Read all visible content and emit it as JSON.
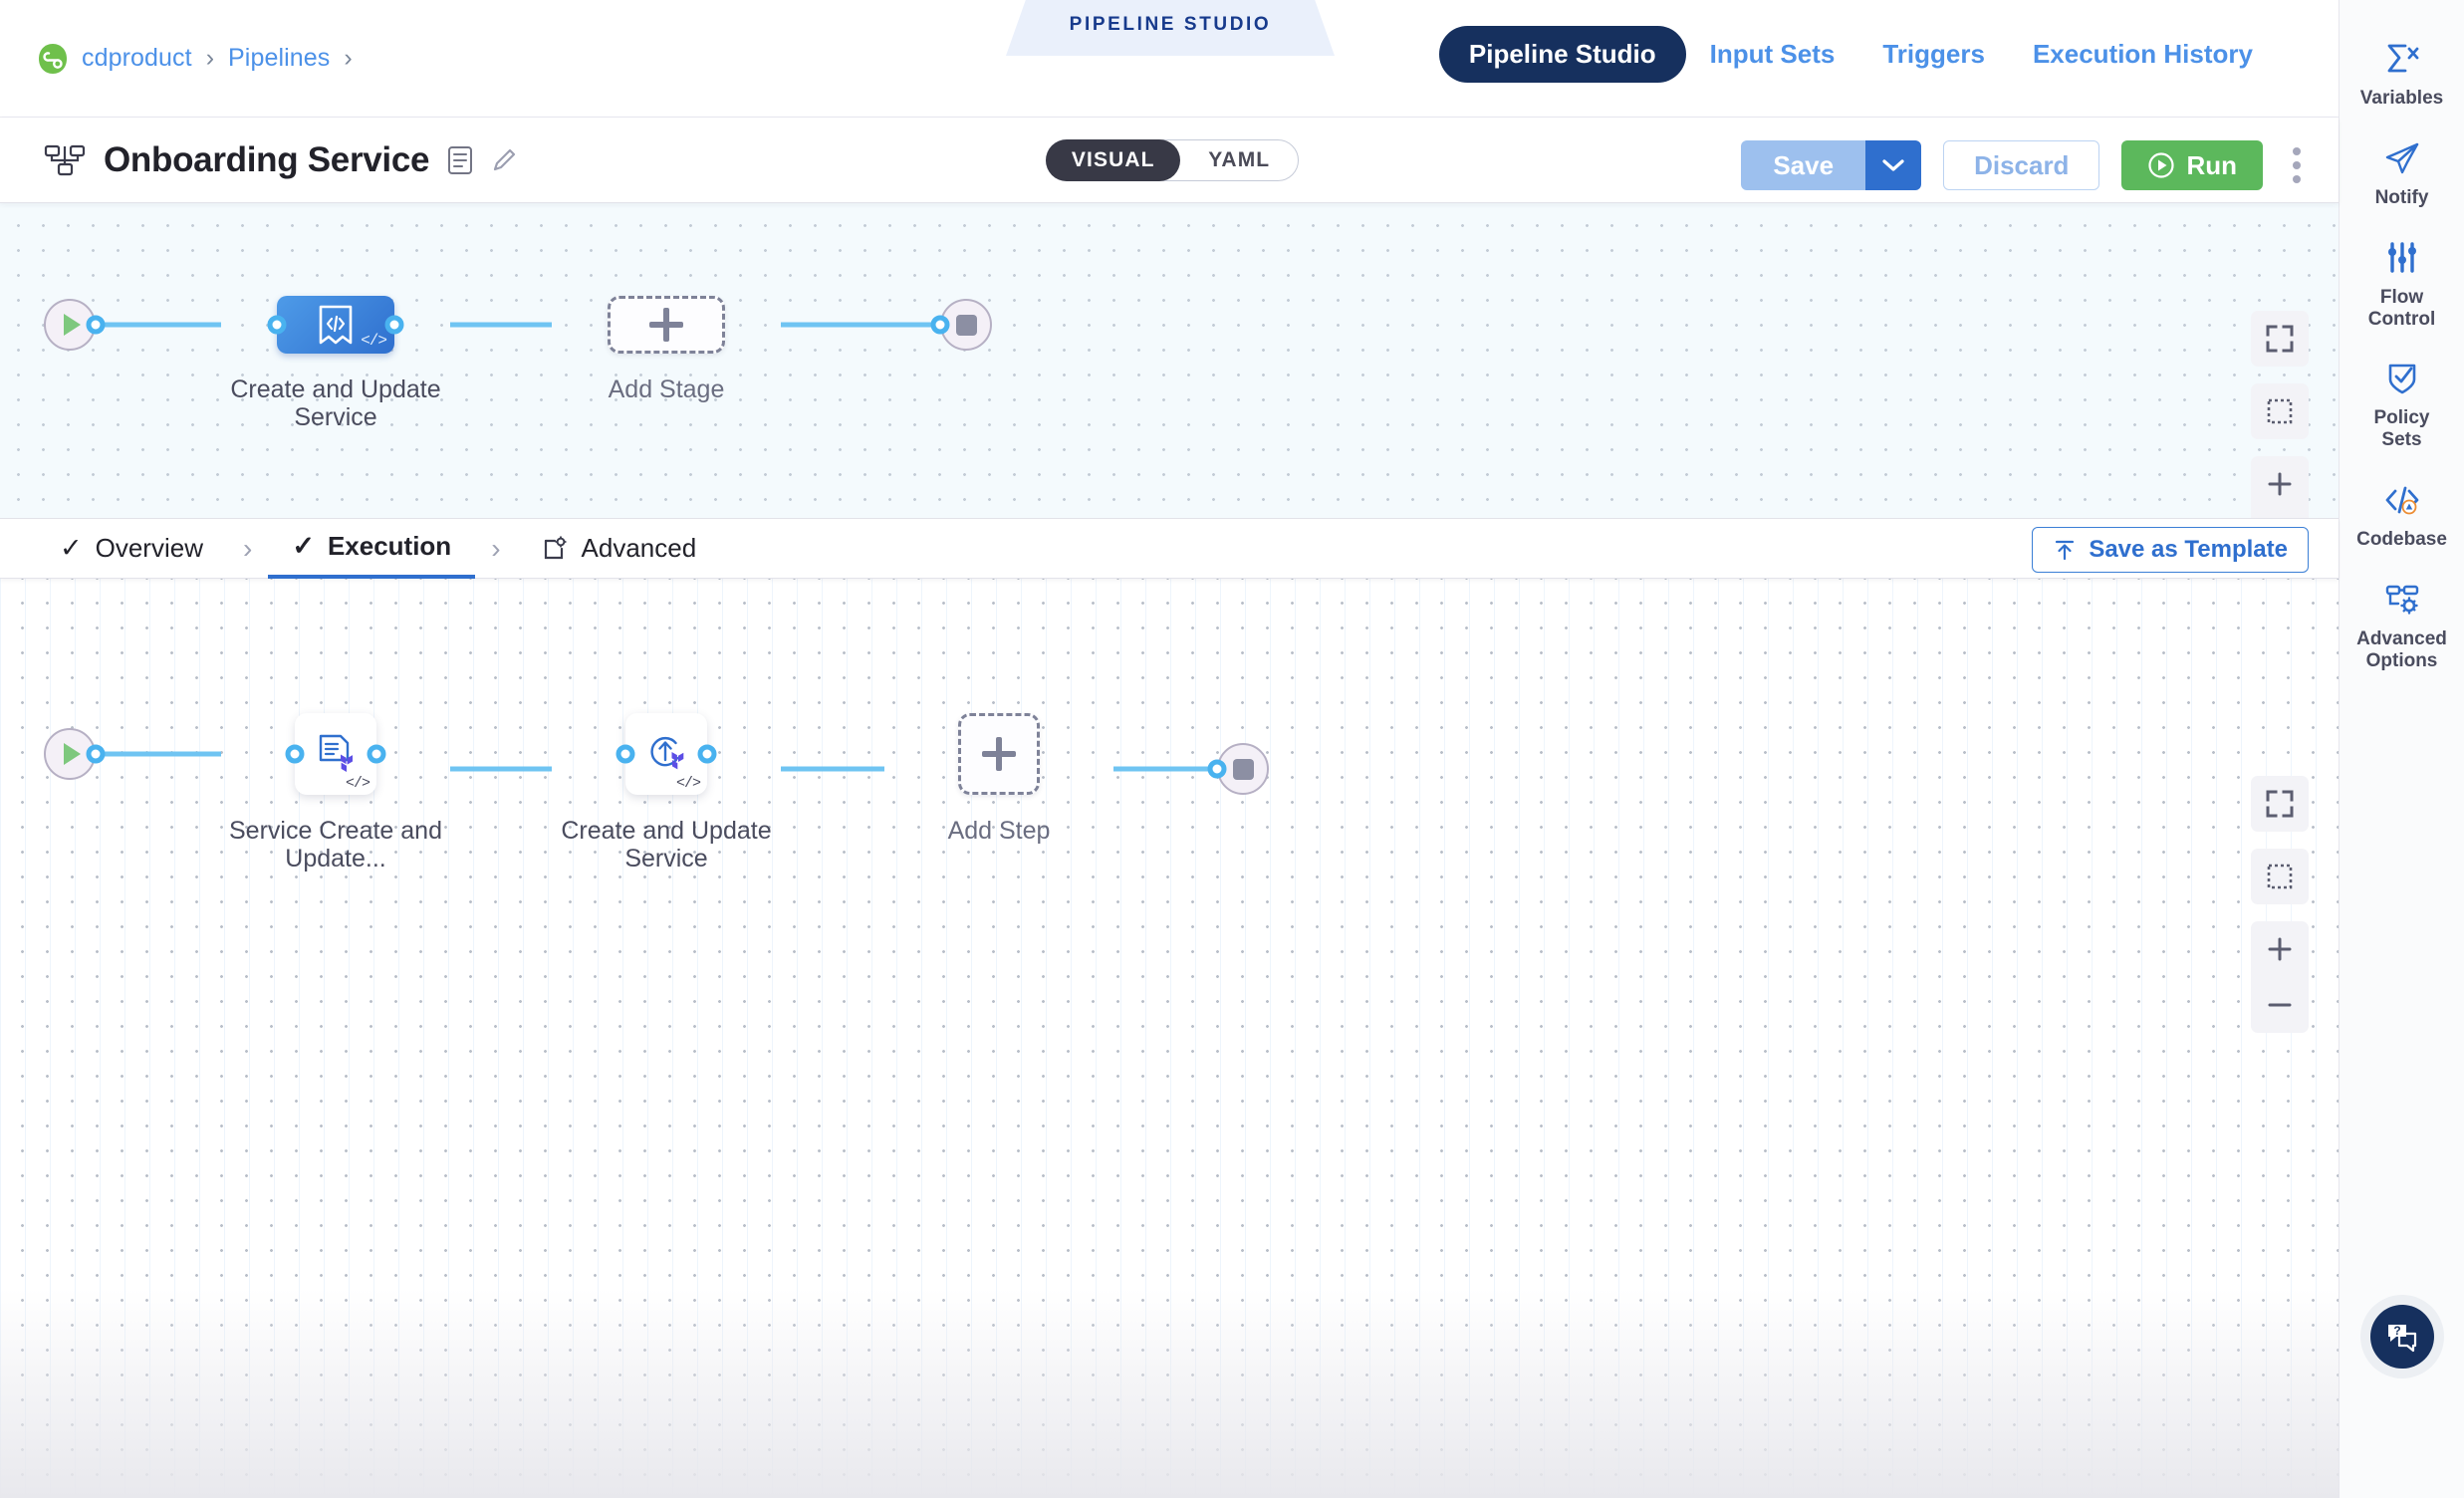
{
  "breadcrumb": {
    "project": "cdproduct",
    "section": "Pipelines",
    "separator": "›",
    "logo_icon": "harness-logo-icon"
  },
  "studio_banner": {
    "label": "PIPELINE STUDIO"
  },
  "topnav": {
    "items": [
      {
        "label": "Pipeline Studio",
        "active": true
      },
      {
        "label": "Input Sets",
        "active": false
      },
      {
        "label": "Triggers",
        "active": false
      },
      {
        "label": "Execution History",
        "active": false
      }
    ]
  },
  "titlebar": {
    "pipeline_icon": "pipeline-tree-icon",
    "title": "Onboarding Service",
    "description_icon": "description-icon",
    "edit_icon": "pencil-edit-icon",
    "mode_toggle": {
      "visual": "VISUAL",
      "yaml": "YAML",
      "selected": "VISUAL"
    },
    "save_label": "Save",
    "save_caret_icon": "chevron-down-icon",
    "discard_label": "Discard",
    "run_label": "Run",
    "run_icon": "play-circle-icon",
    "more_icon": "kebab-menu-icon"
  },
  "stage_canvas": {
    "start_node": "start-node",
    "stage": {
      "label": "Create and Update Service",
      "icon": "custom-stage-icon",
      "template_badge": "</>"
    },
    "add_stage": {
      "label": "Add Stage",
      "icon": "plus-icon"
    },
    "end_node": "end-node",
    "controls": [
      {
        "name": "fit-to-screen-button",
        "icon": "fit-screen-icon"
      },
      {
        "name": "select-area-button",
        "icon": "dashed-select-icon"
      },
      {
        "name": "zoom-in-button",
        "icon": "plus-icon"
      },
      {
        "name": "zoom-out-button",
        "icon": "minus-icon"
      }
    ]
  },
  "stage_tabs": {
    "items": [
      {
        "label": "Overview",
        "icon": "check-icon",
        "active": false
      },
      {
        "label": "Execution",
        "icon": "check-icon",
        "active": true
      },
      {
        "label": "Advanced",
        "icon": "advanced-gear-icon",
        "active": false
      }
    ],
    "arrow": "›",
    "save_as_template": {
      "label": "Save as Template",
      "icon": "save-template-icon"
    }
  },
  "execution_canvas": {
    "start_node": "start-node",
    "steps": [
      {
        "label": "Service Create and Update...",
        "icon": "terraform-plan-icon",
        "template_badge": "</>"
      },
      {
        "label": "Create and Update Service",
        "icon": "terraform-apply-icon",
        "template_badge": "</>"
      }
    ],
    "add_step": {
      "label": "Add Step",
      "icon": "plus-icon"
    },
    "end_node": "end-node",
    "controls": [
      {
        "name": "fit-to-screen-button",
        "icon": "fit-screen-icon"
      },
      {
        "name": "select-area-button",
        "icon": "dashed-select-icon"
      },
      {
        "name": "zoom-in-button",
        "icon": "plus-icon"
      },
      {
        "name": "zoom-out-button",
        "icon": "minus-icon"
      }
    ]
  },
  "rail": {
    "items": [
      {
        "label": "Variables",
        "icon": "sigma-variables-icon"
      },
      {
        "label": "Notify",
        "icon": "paper-plane-icon"
      },
      {
        "label": "Flow\nControl",
        "label_line1": "Flow",
        "label_line2": "Control",
        "icon": "sliders-icon"
      },
      {
        "label": "Policy\nSets",
        "label_line1": "Policy",
        "label_line2": "Sets",
        "icon": "shield-check-icon"
      },
      {
        "label": "Codebase",
        "icon": "codebase-warning-icon"
      },
      {
        "label": "Advanced\nOptions",
        "label_line1": "Advanced",
        "label_line2": "Options",
        "icon": "advanced-options-icon"
      }
    ],
    "help_button": {
      "icon": "help-chat-icon"
    }
  },
  "colors": {
    "accent_blue": "#2f6fce",
    "link_blue": "#4c91e8",
    "navy": "#16305e",
    "run_green": "#5cb85c",
    "connector_blue": "#6fc4f2",
    "port_blue": "#49b2ef",
    "terraform_purple": "#5c4ee5",
    "warning_orange": "#ec8c32"
  }
}
